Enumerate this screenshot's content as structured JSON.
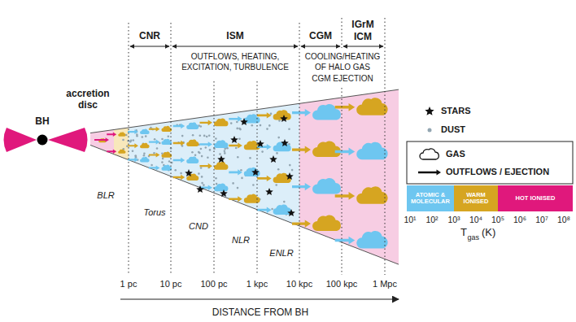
{
  "diagram": {
    "labels": [
      "CNR",
      "ISM",
      "CGM",
      "IGrM ICM",
      "OUTFLOWS, HEATING, EXCITATION, TURBULENCE",
      "COOLING/HEATING OF HALO GAS",
      "CGM EJECTION",
      "BH",
      "accretion disc",
      "BLR",
      "Torus",
      "CND",
      "NLR",
      "ENLR",
      "1 pc",
      "10 pc",
      "100 pc",
      "1 kpc",
      "10 kpc",
      "100 kpc",
      "1 Mpc",
      "DISTANCE FROM BH",
      "10¹",
      "10²",
      "10³",
      "10⁴",
      "10⁵",
      "10⁶",
      "10⁷",
      "10⁸",
      "T",
      "gas",
      "(K)"
    ],
    "legend": [
      {
        "text": "STARS"
      },
      {
        "text": "DUST"
      },
      {
        "text": "GAS"
      },
      {
        "text": "OUTFLOWS / EJECTION"
      },
      {
        "text": "ATOMIC & MOLECULAR",
        "color": "#6ec6f0"
      },
      {
        "text": "WARM IONISED",
        "color": "#d6a521"
      },
      {
        "text": "HOT IONISED",
        "color": "#e0187c"
      }
    ]
  }
}
